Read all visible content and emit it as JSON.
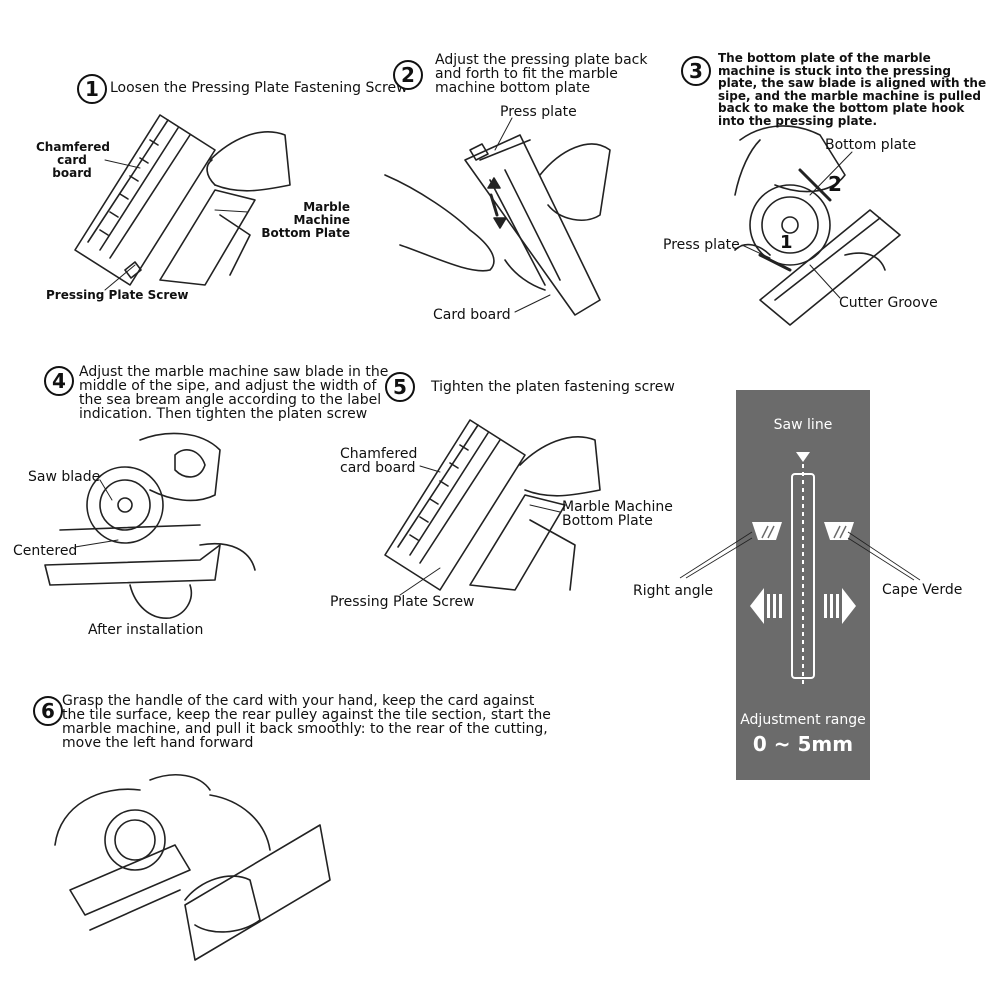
{
  "steps": [
    {
      "num": "1",
      "title": "Loosen the Pressing Plate Fastening Screw"
    },
    {
      "num": "2",
      "title": "Adjust the pressing plate back and forth to fit the marble machine bottom plate"
    },
    {
      "num": "3",
      "title": "The bottom plate of the marble machine is stuck into the pressing plate, the saw blade is aligned with the sipe, and the marble machine is pulled back to make the bottom plate hook into the pressing plate."
    },
    {
      "num": "4",
      "title": "Adjust the marble machine saw blade in the middle of the sipe, and adjust the width of the sea bream angle according to the label indication. Then tighten the platen screw"
    },
    {
      "num": "5",
      "title": "Tighten the platen fastening screw"
    },
    {
      "num": "6",
      "title": "Grasp the handle of the card with your hand, keep the card against the tile surface, keep the rear pulley against the tile section, start the marble machine, and pull it back smoothly: to the rear of the cutting, move the left hand forward"
    }
  ],
  "labels": {
    "s1_chamfered": "Chamfered card board",
    "s1_bottom_plate": "Marble Machine Bottom Plate",
    "s1_screw": "Pressing Plate Screw",
    "s2_press_plate": "Press plate",
    "s2_card_board": "Card board",
    "s3_bottom_plate": "Bottom plate",
    "s3_press_plate": "Press plate",
    "s3_cutter_groove": "Cutter Groove",
    "s3_mark_1": "1",
    "s3_mark_2": "2",
    "s4_saw_blade": "Saw blade",
    "s4_centered": "Centered",
    "s4_after": "After installation",
    "s5_chamfered": "Chamfered card board",
    "s5_bottom_plate": "Marble Machine Bottom Plate",
    "s5_screw": "Pressing Plate Screw"
  },
  "adjust_panel": {
    "saw_line": "Saw line",
    "right_angle": "Right angle",
    "cape_verde": "Cape Verde",
    "range_label": "Adjustment range",
    "range_value": "0 ~ 5mm",
    "panel_color": "#6b6b6b"
  }
}
